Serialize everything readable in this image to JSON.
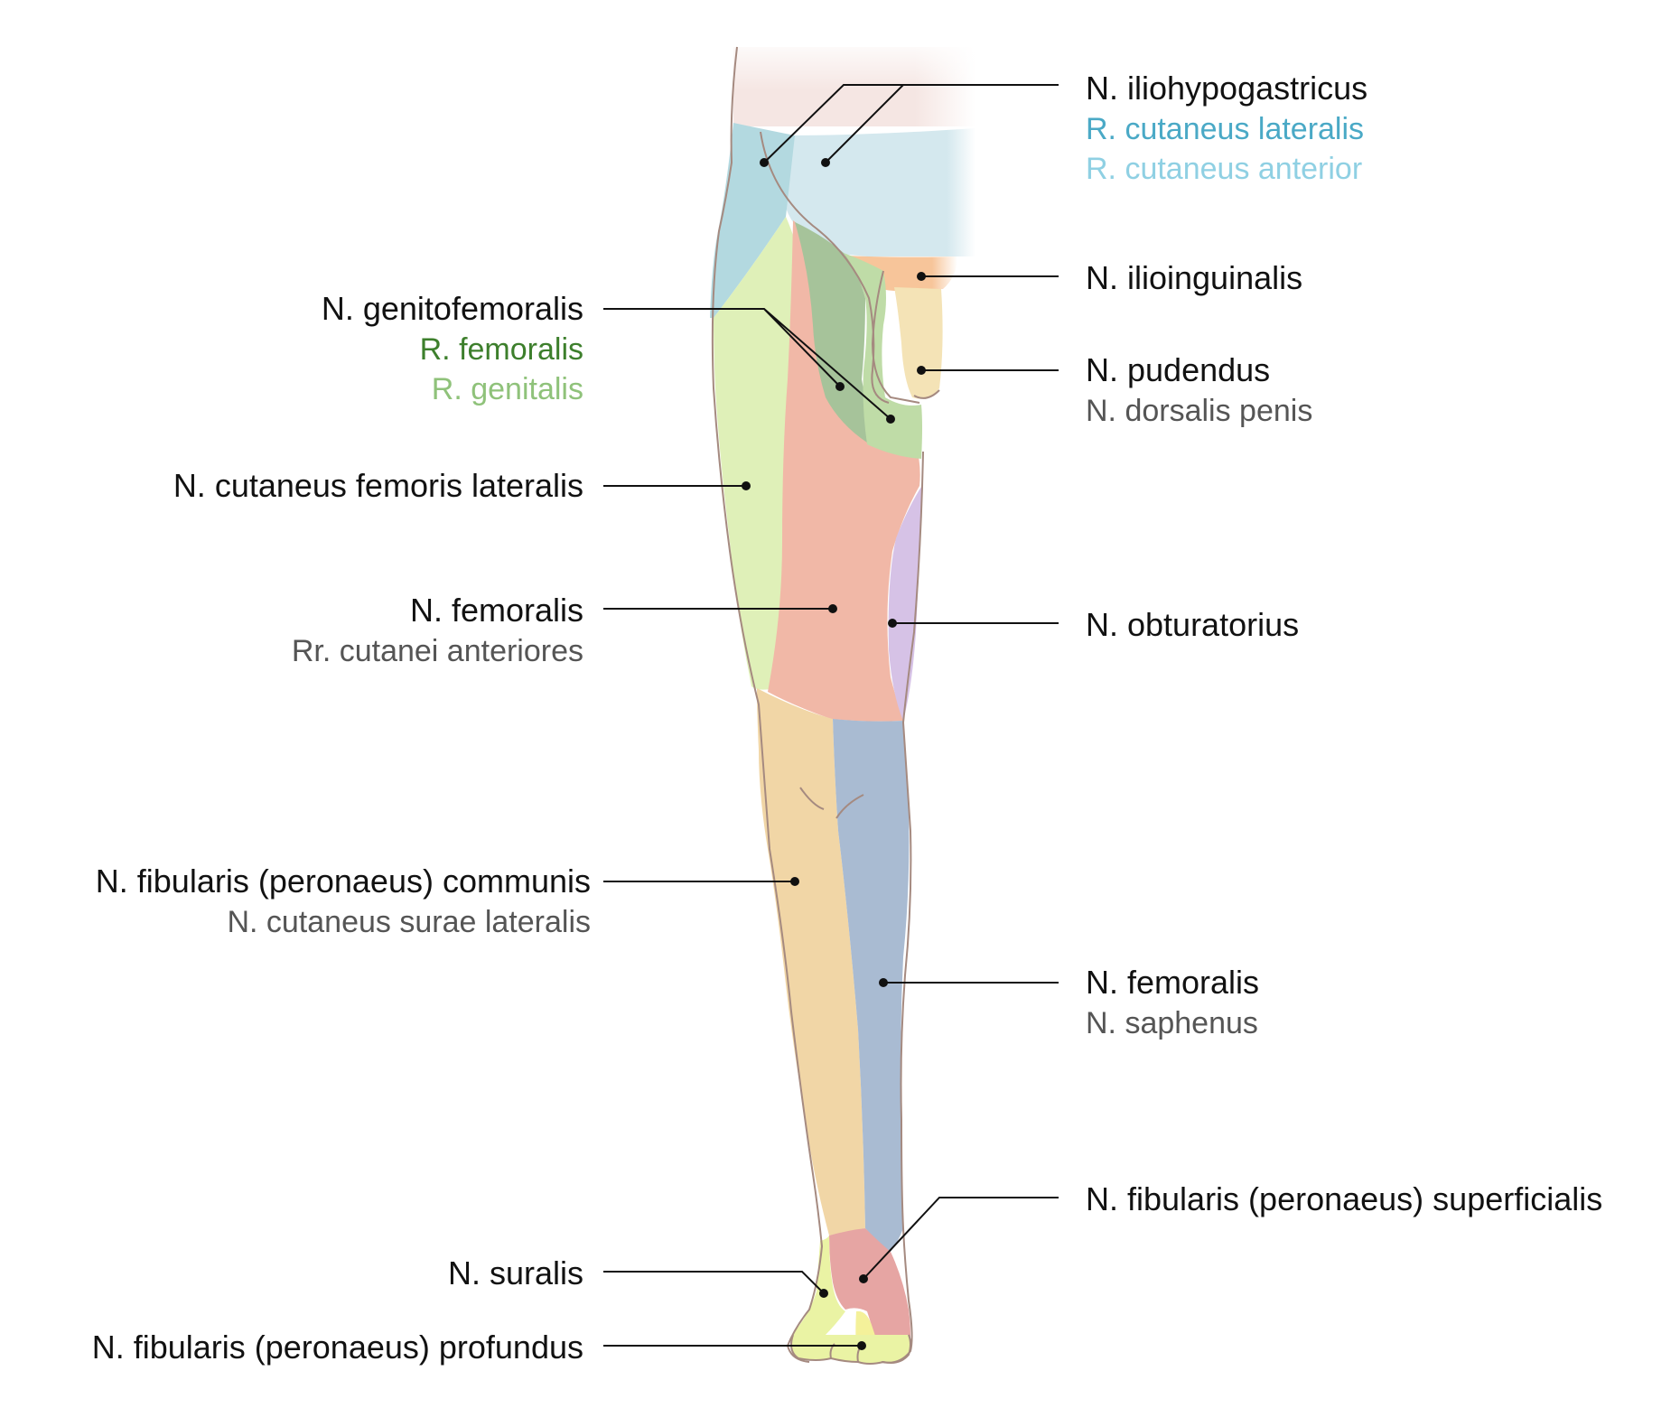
{
  "colors": {
    "label_main": "#111111",
    "label_sub_gray": "#555555",
    "cutaneus_lateralis": "#4aa9c6",
    "cutaneus_anterior": "#8fd0e3",
    "r_femoralis": "#3d7f2c",
    "r_genitalis": "#8fc27a",
    "region_iliohypogastricus_lateral": "#b3d9e0",
    "region_iliohypogastricus_anterior": "#d4e8ee",
    "region_torso": "#f5e6e3",
    "region_ilioinguinalis": "#f7c59a",
    "region_pudendus": "#f4e3b6",
    "region_genitofemoralis_femoral": "#a6c39a",
    "region_genitofemoralis_genital": "#bfdca7",
    "region_cutaneus_femoris_lateralis": "#dff0b8",
    "region_femoralis_anterior": "#f1b8a7",
    "region_obturatorius": "#d6c2e6",
    "region_fibularis_communis": "#f1d6a6",
    "region_saphenus": "#a9bbd2",
    "region_fibularis_superficialis": "#e6a5a3",
    "region_suralis": "#eaf3a4",
    "region_fibularis_profundus": "#f4f19a",
    "outline": "#a58a80"
  },
  "labels": {
    "iliohypogastricus": {
      "main": "N. iliohypogastricus",
      "sub1": "R. cutaneus lateralis",
      "sub2": "R. cutaneus anterior"
    },
    "ilioinguinalis": {
      "main": "N. ilioinguinalis"
    },
    "pudendus": {
      "main": "N. pudendus",
      "sub": "N. dorsalis penis"
    },
    "genitofemoralis": {
      "main": "N. genitofemoralis",
      "sub1": "R. femoralis",
      "sub2": "R. genitalis"
    },
    "cutaneus_femoris_lateralis": {
      "main": "N. cutaneus femoris lateralis"
    },
    "femoralis_anterior": {
      "main": "N. femoralis",
      "sub": "Rr. cutanei anteriores"
    },
    "obturatorius": {
      "main": "N. obturatorius"
    },
    "fibularis_communis": {
      "main": "N. fibularis (peronaeus) communis",
      "sub": "N. cutaneus surae lateralis"
    },
    "femoralis_saphenus": {
      "main": "N. femoralis",
      "sub": "N. saphenus"
    },
    "fibularis_superficialis": {
      "main": "N. fibularis (peronaeus) superficialis"
    },
    "suralis": {
      "main": "N. suralis"
    },
    "fibularis_profundus": {
      "main": "N. fibularis (peronaeus) profundus"
    }
  }
}
